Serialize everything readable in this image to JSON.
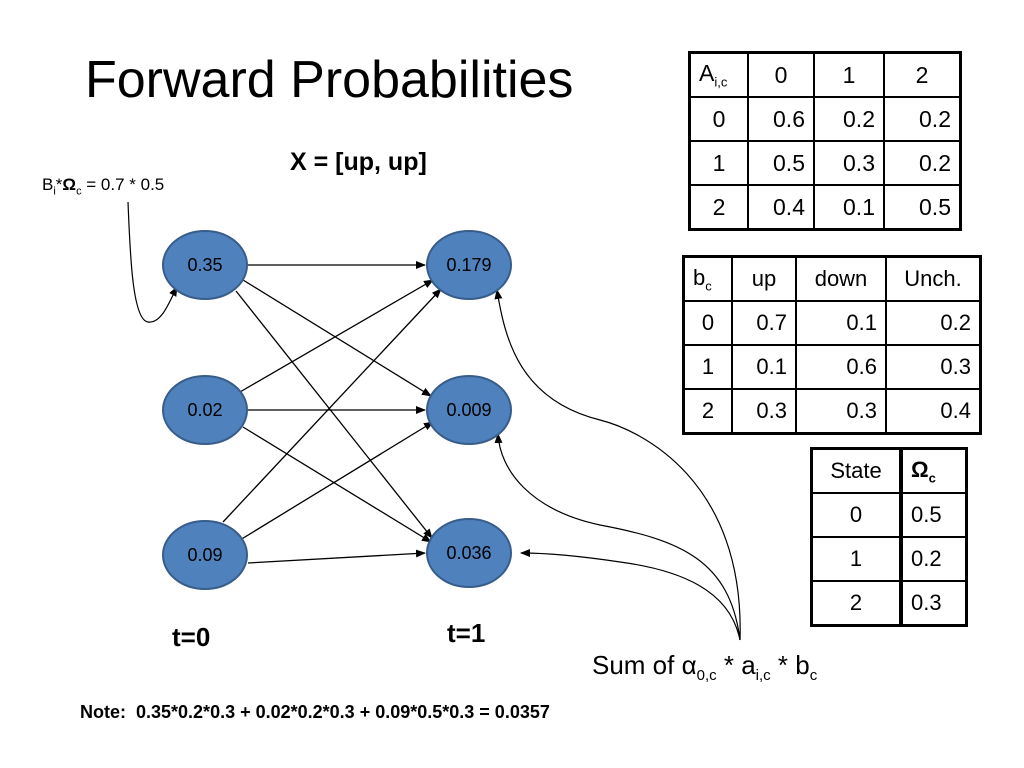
{
  "title": "Forward Probabilities",
  "observation": "X = [up, up]",
  "emission_note": {
    "b": "B",
    "sub_i": "i",
    "star": "*",
    "omega": "Ω",
    "sub_c": "c",
    "rest": " = 0.7 * 0.5"
  },
  "time_labels": {
    "t0": "t=0",
    "t1": "t=1"
  },
  "nodes": {
    "t0": [
      "0.35",
      "0.02",
      "0.09"
    ],
    "t1": [
      "0.179",
      "0.009",
      "0.036"
    ]
  },
  "sum_note": {
    "prefix": "Sum of α",
    "sub1": "0,c",
    "mid1": " * a",
    "sub2": "i,c",
    "mid2": " * b",
    "sub3": "c"
  },
  "footnote": {
    "lead": "Note:",
    "text": "0.35*0.2*0.3 + 0.02*0.2*0.3 + 0.09*0.5*0.3 = 0.0357"
  },
  "transition_table": {
    "corner_main": "A",
    "corner_sub": "i,c",
    "headers": [
      "0",
      "1",
      "2"
    ],
    "rows": [
      {
        "state": "0",
        "values": [
          "0.6",
          "0.2",
          "0.2"
        ]
      },
      {
        "state": "1",
        "values": [
          "0.5",
          "0.3",
          "0.2"
        ]
      },
      {
        "state": "2",
        "values": [
          "0.4",
          "0.1",
          "0.5"
        ]
      }
    ]
  },
  "emission_table": {
    "corner_main": "b",
    "corner_sub": "c",
    "headers": [
      "up",
      "down",
      "Unch."
    ],
    "rows": [
      {
        "state": "0",
        "values": [
          "0.7",
          "0.1",
          "0.2"
        ]
      },
      {
        "state": "1",
        "values": [
          "0.1",
          "0.6",
          "0.3"
        ]
      },
      {
        "state": "2",
        "values": [
          "0.3",
          "0.3",
          "0.4"
        ]
      }
    ]
  },
  "initial_table": {
    "headers": [
      "State",
      "Ω",
      "c"
    ],
    "rows": [
      {
        "state": "0",
        "value": "0.5"
      },
      {
        "state": "1",
        "value": "0.2"
      },
      {
        "state": "2",
        "value": "0.3"
      }
    ]
  },
  "colors": {
    "node_fill": "#4f81bd",
    "node_stroke": "#385d8a"
  }
}
